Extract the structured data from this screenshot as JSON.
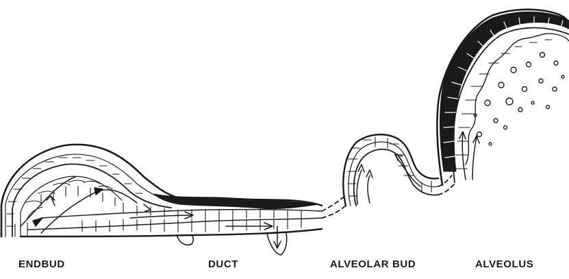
{
  "labels": {
    "endbud": "ENDBUD",
    "duct": "DUCT",
    "alveolar_bud": "ALVEOLAR BUD",
    "alveolus": "ALVEOLUS"
  },
  "colors": {
    "ink": "#1a1a1a",
    "background": "#ffffff"
  }
}
